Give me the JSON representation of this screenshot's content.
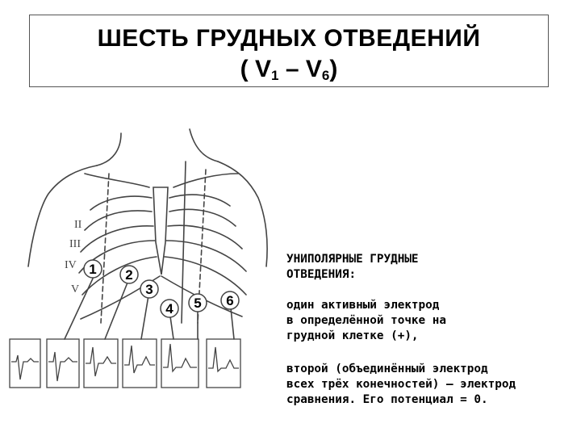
{
  "title": {
    "line1": "ШЕСТЬ ГРУДНЫХ ОТВЕДЕНИЙ",
    "open": "( V",
    "sub1": "1",
    "dash": " – V",
    "sub2": "6",
    "close": ")"
  },
  "figure": {
    "rib_numerals": [
      "II",
      "III",
      "IV",
      "V"
    ],
    "electrodes": [
      "1",
      "2",
      "3",
      "4",
      "5",
      "6"
    ]
  },
  "text": {
    "heading": [
      "УНИПОЛЯРНЫЕ ГРУДНЫЕ",
      "ОТВЕДЕНИЯ:"
    ],
    "active": [
      "один активный электрод",
      "в определённой точке на",
      "грудной клетке (+),"
    ],
    "second": [
      "второй (объединённый электрод",
      "всех трёх конечностей) – электрод",
      "сравнения. Его потенциал = 0."
    ]
  },
  "colors": {
    "line": "#444444",
    "electrode_fill": "#ffffff"
  }
}
